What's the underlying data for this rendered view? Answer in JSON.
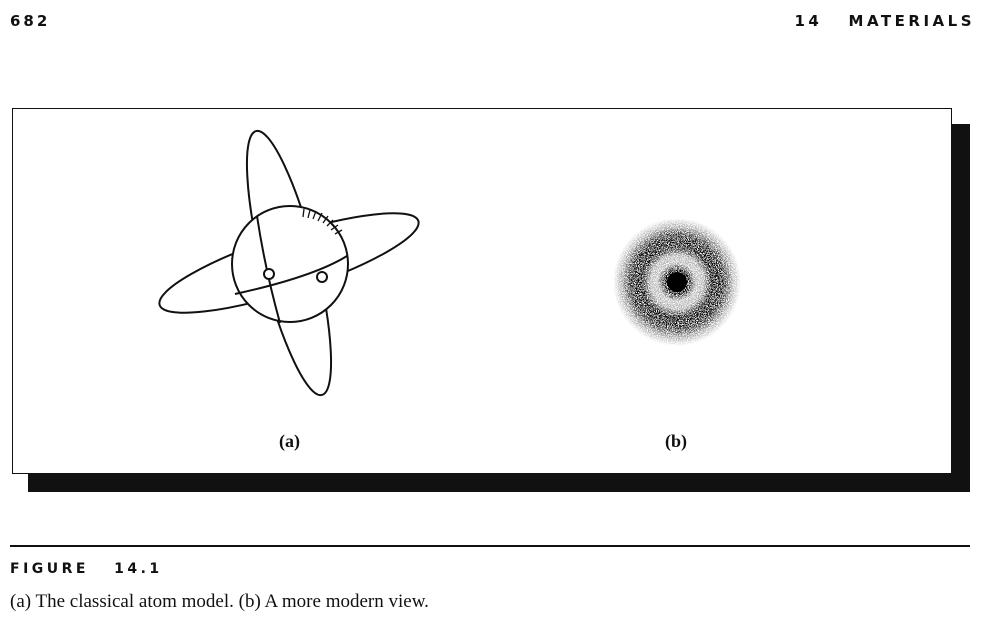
{
  "header": {
    "page_number": "682",
    "running_title": "14   MATERIALS"
  },
  "figure": {
    "panel_a_label": "(a)",
    "panel_b_label": "(b)",
    "number": "FIGURE   14.1",
    "caption": "(a) The classical atom model. (b) A more modern view."
  }
}
